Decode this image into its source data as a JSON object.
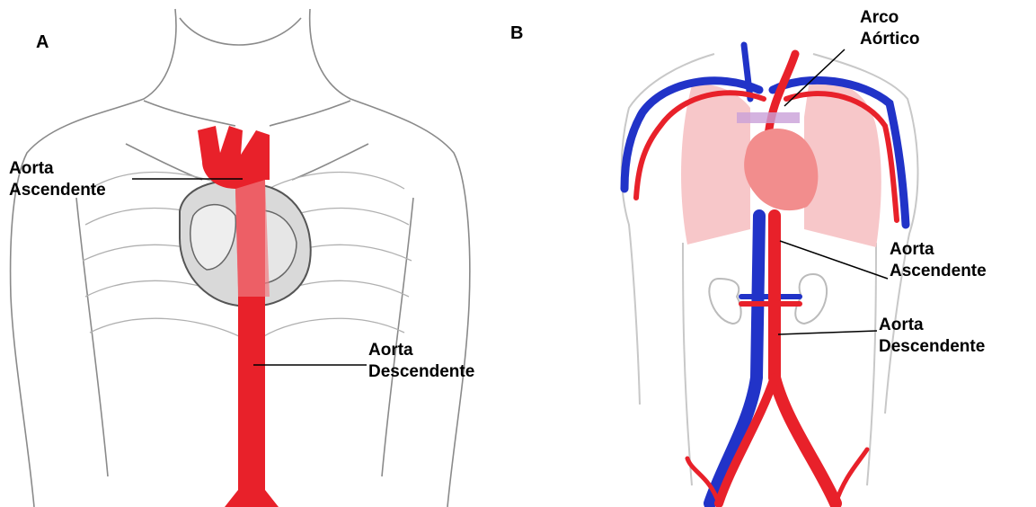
{
  "panels": {
    "a": {
      "letter": "A",
      "labels": {
        "ascending": [
          "Aorta",
          "Ascendente"
        ],
        "descending": [
          "Aorta",
          "Descendente"
        ]
      }
    },
    "b": {
      "letter": "B",
      "labels": {
        "arch": [
          "Arco",
          "Aórtico"
        ],
        "ascending": [
          "Aorta",
          "Ascendente"
        ],
        "descending": [
          "Aorta",
          "Descendente"
        ]
      }
    }
  },
  "colors": {
    "artery": "#e8212a",
    "vein": "#2133c8",
    "lung": "#f7c7c9",
    "heart": "#f28d8d",
    "sketch": "#8a8a8a"
  }
}
